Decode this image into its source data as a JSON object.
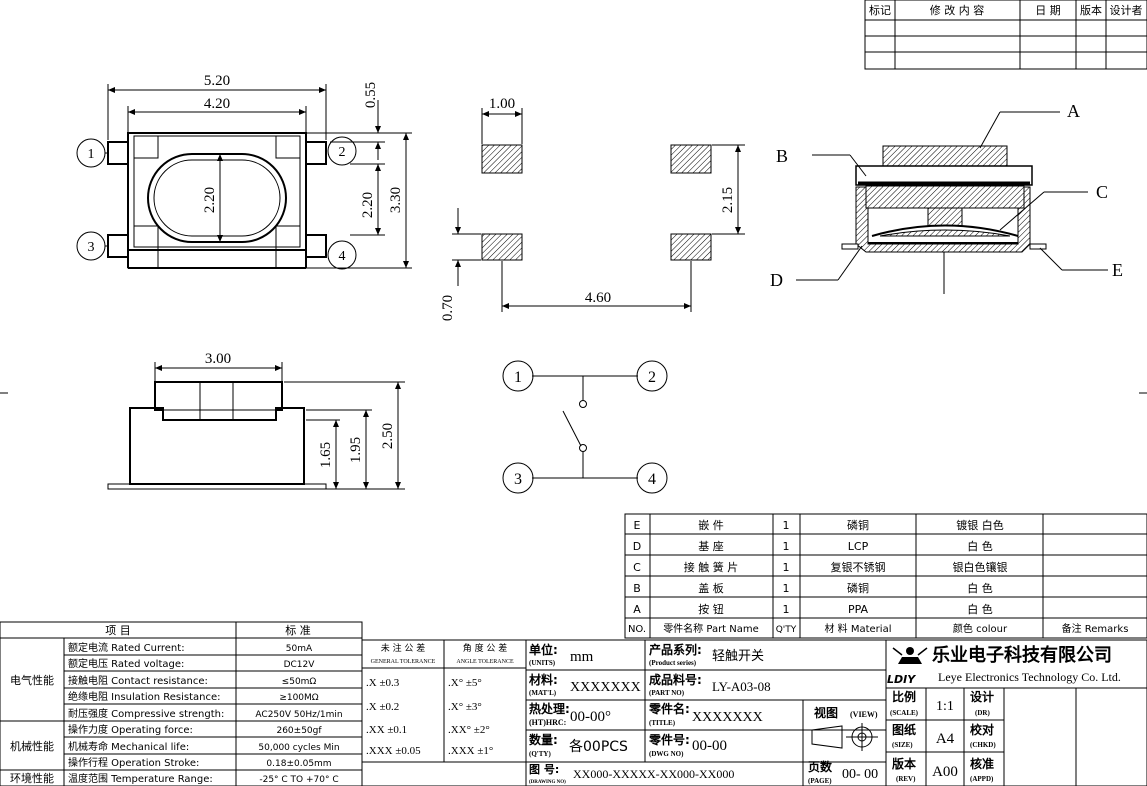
{
  "revision_block": {
    "headers": [
      "标记",
      "修 改 内 容",
      "日 期",
      "版本",
      "设计者"
    ]
  },
  "top_view": {
    "dim_outer_width": "5.20",
    "dim_inner_width": "4.20",
    "dim_top_gap": "0.55",
    "dim_oval_height": "2.20",
    "dim_pin_pitch": "2.20",
    "dim_overall_height": "3.30",
    "pins": [
      "1",
      "2",
      "3",
      "4"
    ]
  },
  "pad_layout": {
    "dim_pad_width": "1.00",
    "dim_pad_pitch_v": "2.15",
    "dim_pad_height": "0.70",
    "dim_pad_span": "4.60"
  },
  "section_view": {
    "labels": [
      "A",
      "B",
      "C",
      "D",
      "E"
    ]
  },
  "side_view": {
    "dim_width": "3.00",
    "dim_h1": "1.65",
    "dim_h2": "1.95",
    "dim_h3": "2.50"
  },
  "schematic": {
    "pins": [
      "1",
      "2",
      "3",
      "4"
    ]
  },
  "bom": {
    "rows": [
      {
        "label": "E",
        "name": "嵌          件",
        "qty": "1",
        "material": "磷铜",
        "colour": "镀银   白色",
        "remarks": ""
      },
      {
        "label": "D",
        "name": "基          座",
        "qty": "1",
        "material": "LCP",
        "colour": "白     色",
        "remarks": ""
      },
      {
        "label": "C",
        "name": "接  触  簧  片",
        "qty": "1",
        "material": "复银不锈钢",
        "colour": "银白色镶银",
        "remarks": ""
      },
      {
        "label": "B",
        "name": "盖          板",
        "qty": "1",
        "material": "磷铜",
        "colour": "白     色",
        "remarks": ""
      },
      {
        "label": "A",
        "name": "按          钮",
        "qty": "1",
        "material": "PPA",
        "colour": "白     色",
        "remarks": ""
      }
    ],
    "header": {
      "no": "NO.",
      "name": "零件名称 Part Name",
      "qty": "Q'TY",
      "material": "材 料  Material",
      "colour": "颜色  colour",
      "remarks": "备注  Remarks"
    }
  },
  "spec": {
    "header_item": "项    目",
    "header_std": "标    准",
    "groups": [
      {
        "group": "电气性能",
        "rows": [
          {
            "item": "额定电流  Rated Current:",
            "std": "50mA"
          },
          {
            "item": "额定电压  Rated voltage:",
            "std": "DC12V"
          },
          {
            "item": "接触电阻  Contact resistance:",
            "std": "≤50mΩ"
          },
          {
            "item": "绝缘电阻  Insulation Resistance:",
            "std": "≥100MΩ"
          },
          {
            "item": "耐压强度  Compressive strength:",
            "std": "AC250V  50Hz/1min"
          }
        ]
      },
      {
        "group": "机械性能",
        "rows": [
          {
            "item": "操作力度  Operating force:",
            "std": "260±50gf"
          },
          {
            "item": "机械寿命  Mechanical life:",
            "std": "50,000 cycles Min"
          },
          {
            "item": "操作行程  Operation Stroke:",
            "std": "0.18±0.05mm"
          }
        ]
      },
      {
        "group": "环境性能",
        "rows": [
          {
            "item": "温度范围  Temperature Range:",
            "std": "-25° C TO +70° C"
          }
        ]
      }
    ]
  },
  "tolerance": {
    "general_title": "未 注 公 差",
    "general_sub": "GENERAL TOLERANCE",
    "angle_title": "角 度 公 差",
    "angle_sub": "ANGLE TOLERANCE",
    "rows": [
      {
        "g": ".X      ±0.3",
        "a": ".X°     ±5°"
      },
      {
        "g": ".X      ±0.2",
        "a": ".X°     ±3°"
      },
      {
        "g": ".XX     ±0.1",
        "a": ".XX°    ±2°"
      },
      {
        "g": ".XXX  ±0.05",
        "a": ".XXX    ±1°"
      }
    ]
  },
  "title_block": {
    "units_label": "单位:",
    "units_en": "(UNITS)",
    "units_value": "mm",
    "mat_label": "材料:",
    "mat_en": "(MAT'L)",
    "mat_value": "XXXXXXX",
    "ht_label": "热处理:",
    "ht_en": "(HT)HRC:",
    "ht_value": "00-00°",
    "qty_label": "数量:",
    "qty_en": "(Q'TY)",
    "qty_value": "各00PCS",
    "drawno_label": "图  号:",
    "drawno_en": "(DRAWING NO)",
    "drawno_value": "XX000-XXXXX-XX000-XX000",
    "series_label": "产品系列:",
    "series_en": "(Product series)",
    "series_value": "轻触开关",
    "partno_label": "成品料号:",
    "partno_en": "(PART NO)",
    "partno_value": "LY-A03-08",
    "title_label": "零件名:",
    "title_en": "(TITLE)",
    "title_value": "XXXXXXX",
    "dwgno_label": "零件号:",
    "dwgno_en": "(DWG NO)",
    "dwgno_value": "00-00",
    "view_label": "视图",
    "view_en": "(VIEW)",
    "page_label": "页数",
    "page_en": "(PAGE)",
    "page_value": "00- 00",
    "company_cn": "乐业电子科技有限公司",
    "company_en": "Leye Electronics Technology Co. Ltd.",
    "logo_text": "LDIY",
    "scale_label": "比例",
    "scale_en": "(SCALE)",
    "scale_value": "1:1",
    "size_label": "图纸",
    "size_en": "(SIZE)",
    "size_value": "A4",
    "rev_label": "版本",
    "rev_en": "(REV)",
    "rev_value": "A00",
    "dr_label": "设计",
    "dr_en": "(DR)",
    "chkd_label": "校对",
    "chkd_en": "(CHKD)",
    "appd_label": "核准",
    "appd_en": "(APPD)"
  }
}
